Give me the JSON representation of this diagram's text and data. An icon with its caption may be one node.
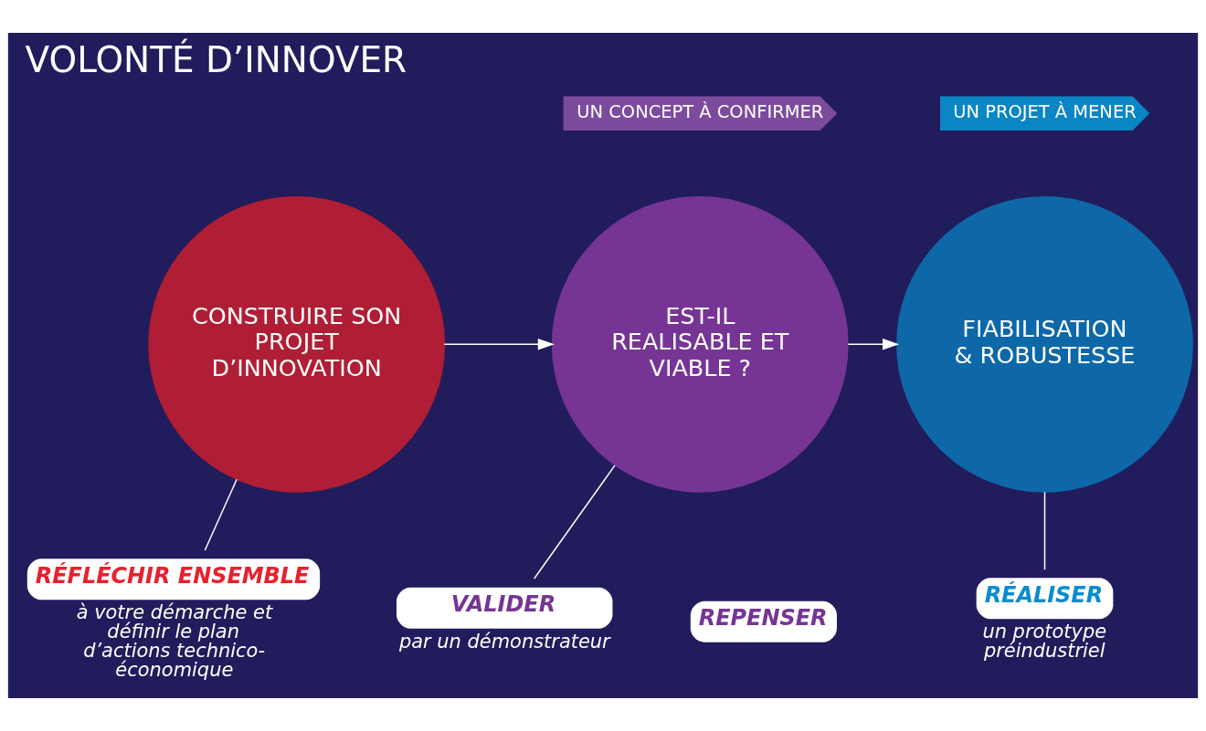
{
  "diagram": {
    "title": "VOLONTÉ D’INNOVER",
    "nodes": [
      {
        "text": [
          "UN CONCEPT À CONFIRMER"
        ]
      },
      {
        "text": [
          "UN PROJET À MENER"
        ]
      },
      {
        "text": [
          "CONSTRUIRE SON PROJET D’INNOVATION"
        ]
      },
      {
        "text": [
          "EST-IL REALISABLE ET VIABLE ?"
        ]
      },
      {
        "text": [
          "FIABILISATION & ROBUSTESSE"
        ]
      },
      {
        "text": [
          "RÉFLÉCHIR ENSEMBLE"
        ],
        "beside": [
          "à votre démarche et définir le plan d’actions technico-économique"
        ]
      },
      {
        "text": [
          "VALIDER"
        ],
        "beside": [
          "par un démonstrateur"
        ]
      },
      {
        "text": [
          "REPENSER"
        ]
      },
      {
        "text": [
          "RÉALISER"
        ],
        "beside": [
          "un prototype préindustriel"
        ]
      }
    ],
    "edges": [
      {
        "from": 2,
        "to": 3,
        "arrow": "to"
      },
      {
        "from": 3,
        "to": 4,
        "arrow": "to"
      },
      {
        "from": 2,
        "to": 5,
        "arrow": "none"
      },
      {
        "from": 3,
        "to": 6,
        "arrow": "none"
      },
      {
        "from": 4,
        "to": 8,
        "arrow": "none"
      }
    ]
  }
}
